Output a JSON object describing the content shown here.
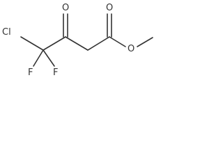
{
  "molecule": {
    "atom_labels": {
      "cl": "Cl",
      "f1": "F",
      "f2": "F",
      "o_ketone": "O",
      "o_ester_carbonyl": "O",
      "o_ester": "O"
    },
    "colors": {
      "ink": "#333333",
      "background": "#ffffff"
    }
  }
}
